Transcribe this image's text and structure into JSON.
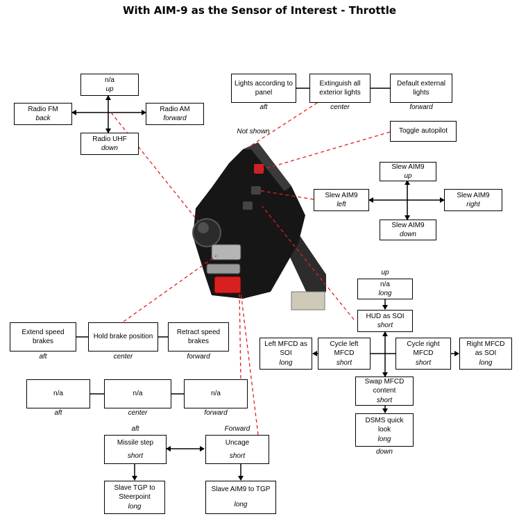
{
  "title": "With AIM-9 as the Sensor of Interest - Throttle",
  "dms": {
    "up": {
      "label": "n/a",
      "sub": "up"
    },
    "back": {
      "label": "Radio FM",
      "sub": "back"
    },
    "forward": {
      "label": "Radio AM",
      "sub": "forward"
    },
    "down": {
      "label": "Radio UHF",
      "sub": "down"
    }
  },
  "lights": {
    "aft": {
      "label": "Lights according to panel",
      "pos": "aft"
    },
    "center": {
      "label": "Extinguish all exterior lights",
      "pos": "center"
    },
    "forward": {
      "label": "Default external lights",
      "pos": "forward"
    },
    "note": "Not shown"
  },
  "autopilot": {
    "label": "Toggle autopilot"
  },
  "slew": {
    "up": {
      "label": "Slew AIM9",
      "sub": "up"
    },
    "left": {
      "label": "Slew AIM9",
      "sub": "left"
    },
    "right": {
      "label": "Slew AIM9",
      "sub": "right"
    },
    "down": {
      "label": "Slew AIM9",
      "sub": "down"
    }
  },
  "coolie": {
    "up_label": "up",
    "up": {
      "label": "n/a",
      "sub": "long"
    },
    "hud": {
      "label": "HUD as SOI",
      "sub": "short"
    },
    "left_long": {
      "label": "Left MFCD as SOI",
      "sub": "long"
    },
    "left_short": {
      "label": "Cycle left MFCD",
      "sub": "short"
    },
    "right_short": {
      "label": "Cycle right MFCD",
      "sub": "short"
    },
    "right_long": {
      "label": "Right MFCD as SOI",
      "sub": "long"
    },
    "swap": {
      "label": "Swap MFCD content",
      "sub": "short"
    },
    "dsms": {
      "label": "DSMS quick look",
      "sub": "long"
    },
    "down_label": "down"
  },
  "speedbrake": {
    "aft": {
      "label": "Extend speed brakes",
      "pos": "aft"
    },
    "center": {
      "label": "Hold brake position",
      "pos": "center"
    },
    "forward": {
      "label": "Retract speed brakes",
      "pos": "forward"
    }
  },
  "boat": {
    "aft": {
      "label": "n/a",
      "pos": "aft"
    },
    "center": {
      "label": "n/a",
      "pos": "center"
    },
    "forward": {
      "label": "n/a",
      "pos": "forward"
    }
  },
  "china": {
    "aft_label": "aft",
    "forward_label": "Forward",
    "missile": {
      "label": "Missile step",
      "sub": "short"
    },
    "uncage": {
      "label": "Uncage",
      "sub": "short"
    },
    "slave_tgp": {
      "label": "Slave TGP to Steerpoint",
      "sub": "long"
    },
    "slave_aim9": {
      "label": "Slave AIM9 to TGP",
      "sub": "long"
    }
  }
}
